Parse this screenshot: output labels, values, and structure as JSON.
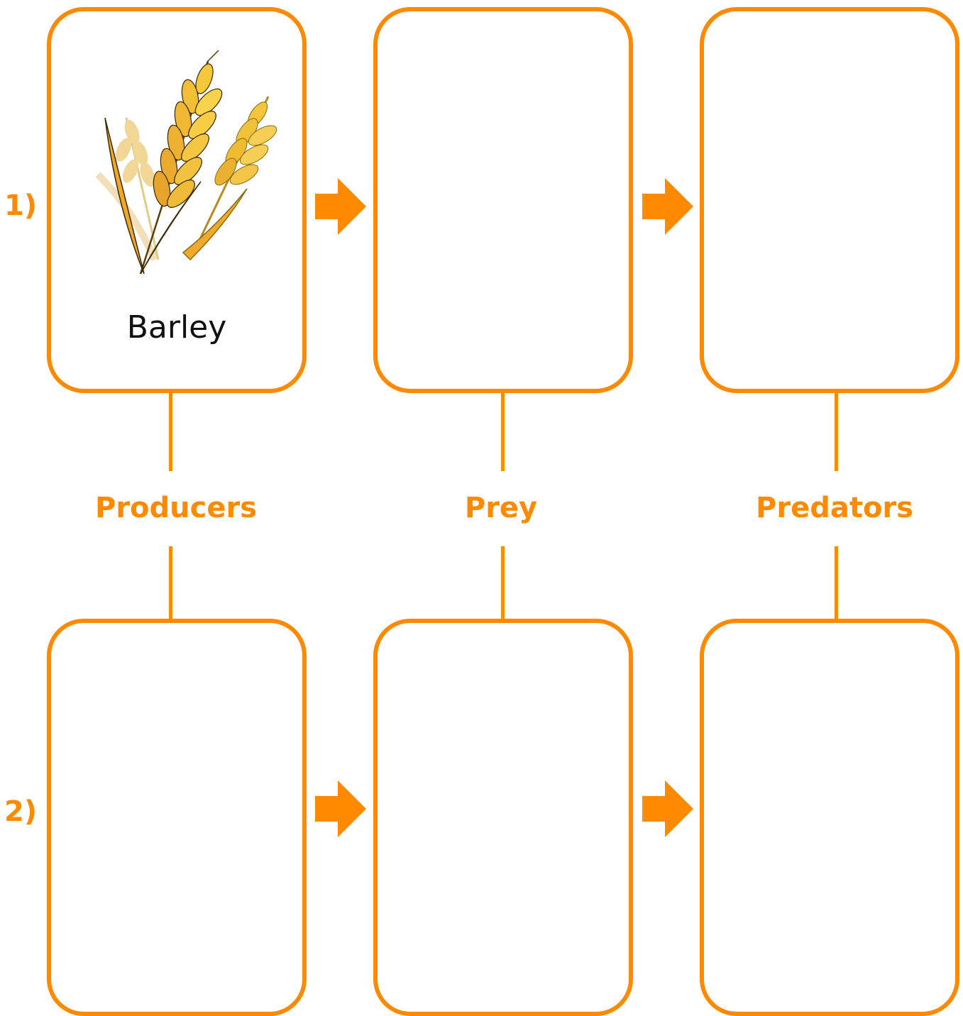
{
  "colors": {
    "accent": "#ff8a00",
    "text": "#111111",
    "background": "#ffffff"
  },
  "rows": [
    {
      "label": "1)"
    },
    {
      "label": "2)"
    }
  ],
  "levels": [
    {
      "label": "Producers"
    },
    {
      "label": "Prey"
    },
    {
      "label": "Predators"
    }
  ],
  "cards": {
    "row1_producer": {
      "caption": "Barley",
      "icon": "barley-icon"
    },
    "row1_prey": {
      "caption": ""
    },
    "row1_predator": {
      "caption": ""
    },
    "row2_producer": {
      "caption": ""
    },
    "row2_prey": {
      "caption": ""
    },
    "row2_predator": {
      "caption": ""
    }
  },
  "icons": {
    "arrow": "arrow-right-icon",
    "plant": "barley-icon"
  }
}
